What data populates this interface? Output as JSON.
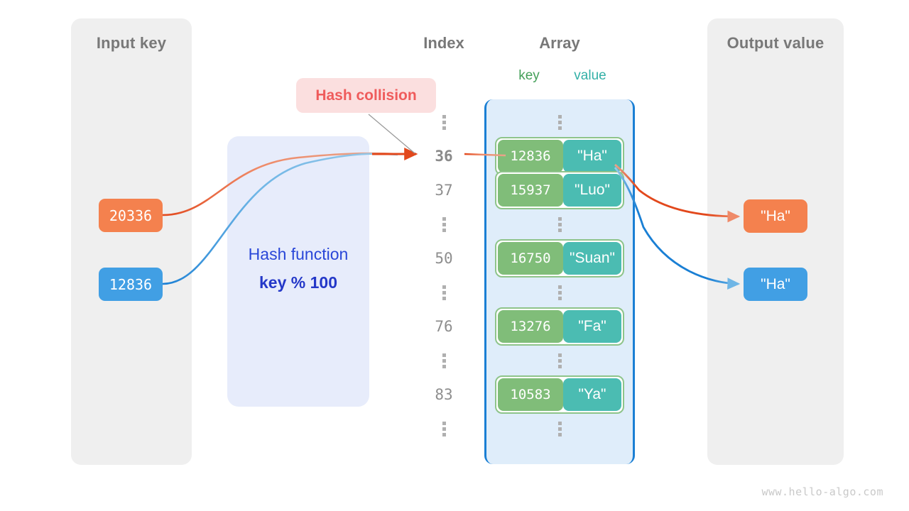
{
  "panels": {
    "input": {
      "title": "Input key"
    },
    "output": {
      "title": "Output value"
    }
  },
  "headings": {
    "index": "Index",
    "array": "Array",
    "key": "key",
    "value": "value"
  },
  "hash_function": {
    "label": "Hash function",
    "formula": "key % 100"
  },
  "collision": {
    "label": "Hash collision"
  },
  "input_keys": [
    {
      "text": "20336",
      "color": "#f4814e"
    },
    {
      "text": "12836",
      "color": "#419fe4"
    }
  ],
  "output_values": [
    {
      "text": "\"Ha\"",
      "color": "#f4814e"
    },
    {
      "text": "\"Ha\"",
      "color": "#419fe4"
    }
  ],
  "index_column": [
    {
      "kind": "dots",
      "text": ""
    },
    {
      "kind": "index",
      "text": "36",
      "highlight": true
    },
    {
      "kind": "index",
      "text": "37",
      "highlight": false
    },
    {
      "kind": "dots",
      "text": ""
    },
    {
      "kind": "index",
      "text": "50",
      "highlight": false
    },
    {
      "kind": "dots",
      "text": ""
    },
    {
      "kind": "index",
      "text": "76",
      "highlight": false
    },
    {
      "kind": "dots",
      "text": ""
    },
    {
      "kind": "index",
      "text": "83",
      "highlight": false
    },
    {
      "kind": "dots",
      "text": ""
    }
  ],
  "array_rows": [
    {
      "kind": "dots",
      "key": "",
      "value": ""
    },
    {
      "kind": "pair",
      "key": "12836",
      "value": "\"Ha\""
    },
    {
      "kind": "pair",
      "key": "15937",
      "value": "\"Luo\""
    },
    {
      "kind": "dots",
      "key": "",
      "value": ""
    },
    {
      "kind": "pair",
      "key": "16750",
      "value": "\"Suan\""
    },
    {
      "kind": "dots",
      "key": "",
      "value": ""
    },
    {
      "kind": "pair",
      "key": "13276",
      "value": "\"Fa\""
    },
    {
      "kind": "dots",
      "key": "",
      "value": ""
    },
    {
      "kind": "pair",
      "key": "10583",
      "value": "\"Ya\""
    },
    {
      "kind": "dots",
      "key": "",
      "value": ""
    }
  ],
  "colors": {
    "panel_bg": "#efefef",
    "hash_box_bg": "#e7ecfb",
    "hash_text": "#2a47d8",
    "collision_bg": "#fbdfdf",
    "collision_text": "#ef5b5b",
    "array_bg": "#dfedfa",
    "array_border": "#1a7fd4",
    "key_cell": "#80bd79",
    "value_cell": "#4bbcb2",
    "orange": "#f4814e",
    "orange_line": "#e2481c",
    "blue": "#419fe4",
    "blue_line": "#1a7fd4",
    "heading_gray": "#787878",
    "index_gray": "#8e8e8e"
  },
  "watermark": "www.hello-algo.com"
}
